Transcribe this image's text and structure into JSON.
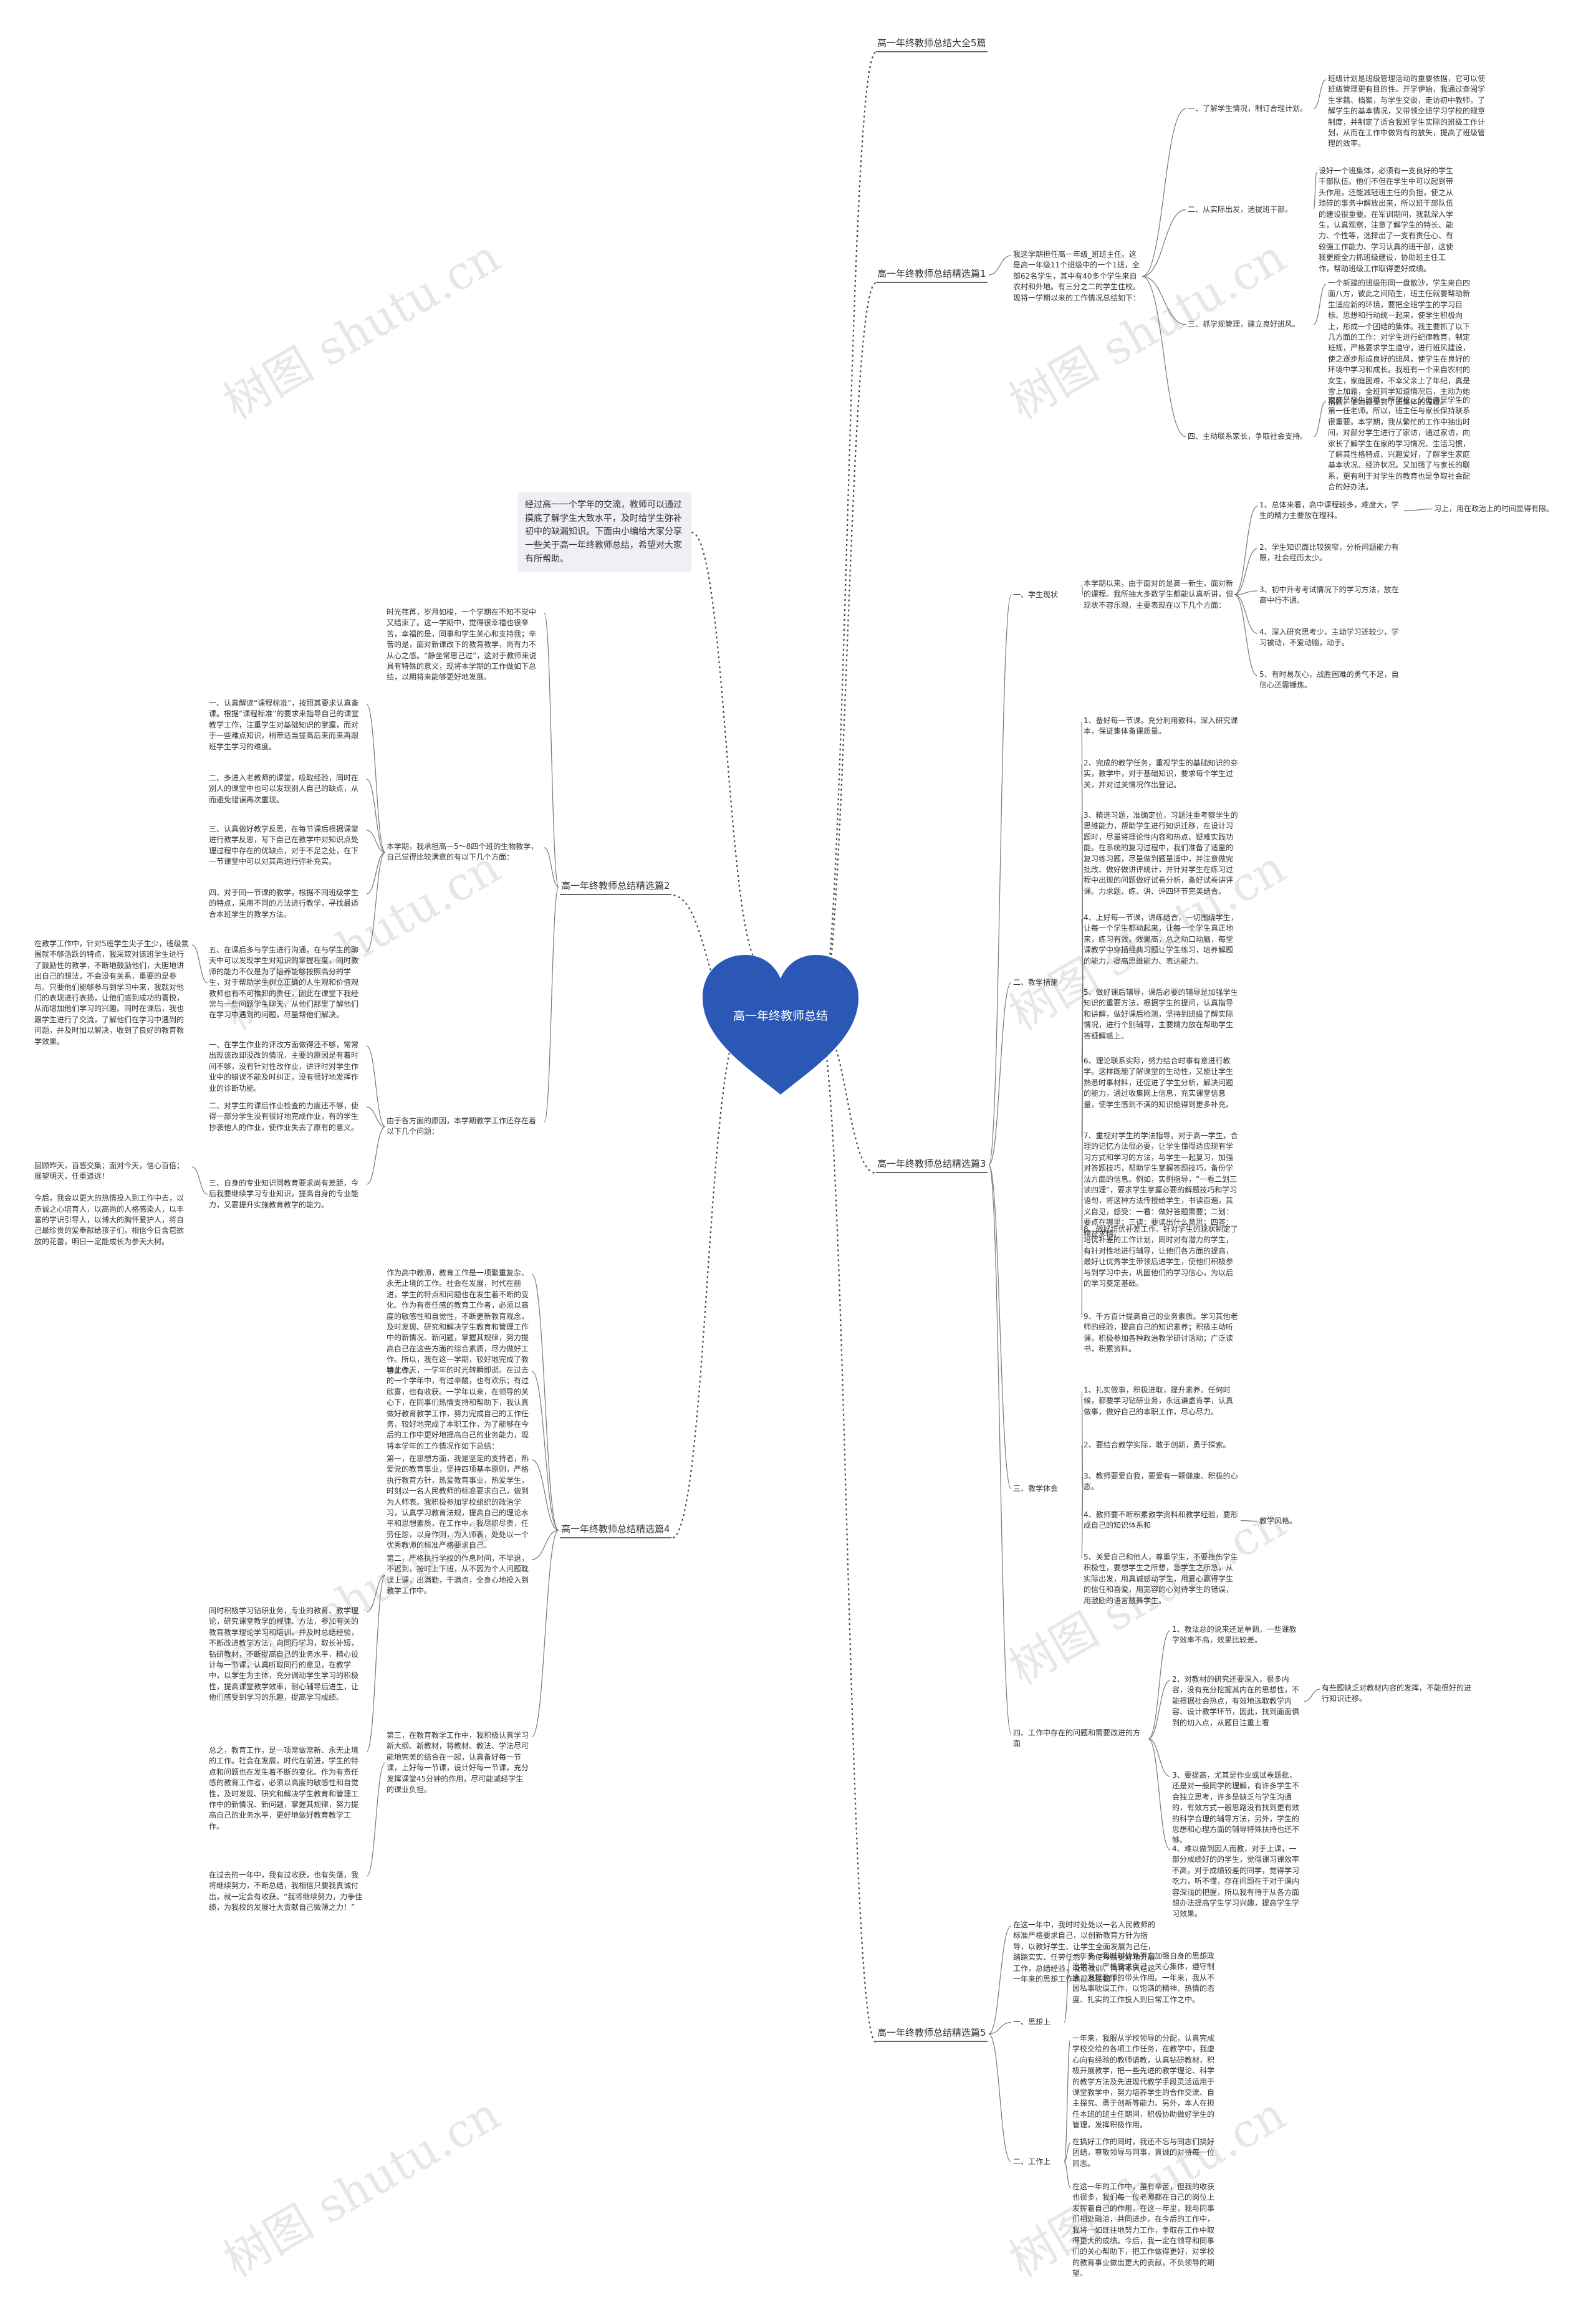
{
  "watermark": "树图 shutu.cn",
  "root": {
    "label": "高一年终教师总结",
    "color": "#2b57b5"
  },
  "intro": "经过高一一个学年的交流，教师可以通过摸底了解学生大致水平，及时给学生弥补初中的缺漏知识。下面由小编给大家分享一些关于高一年终教师总结，希望对大家有所帮助。",
  "topics": {
    "t1": "高一年终教师总结大全5篇",
    "t2": "高一年终教师总结精选篇1",
    "t3": "高一年终教师总结精选篇2",
    "t4": "高一年终教师总结精选篇3",
    "t5": "高一年终教师总结精选篇4",
    "t6": "高一年终教师总结精选篇5"
  },
  "p1": {
    "intro": "我这学期担任高一年级_班班主任。这是高一年级11个班级中的一个1班，全部62名学生，其中有40多个学生来自农村和外地。有三分之二的学生住校。现将一学期以来的工作情况总结如下：",
    "s1": "一、了解学生情况，制订合理计划。",
    "s1_text": "班级计划是班级管理活动的重要依据，它可以使班级管理更有目的性。开学伊始，我通过查阅学生学籍、档案，与学生交谈，走访初中教师，了解学生的基本情况，又带领全班学习学校的规章制度，并制定了适合我班学生实际的班级工作计划，从而在工作中做到有的放矢，提高了班级管理的效率。",
    "s2": "二、从实际出发，选拔班干部。",
    "s2_text": "设好一个班集体，必须有一支良好的学生干部队伍。他们不但在学生中可以起到带头作用，还能减轻班主任的负担，使之从琐碎的事务中解放出来，所以班干部队伍的建设很重要。在军训期间，我就深入学生，认真观察，注意了解学生的特长、能力、个性等，选择出了一支有责任心、有较强工作能力、学习认真的班干部，这使我更能全力抓班级建设，协助班主任工作，帮助班级工作取得更好成绩。",
    "s3": "三、抓学规管理，建立良好班风。",
    "s3_text": "一个新建的班级形同一盘散沙，学生来自四面八方，彼此之间陌生，班主任就要帮助新生适应新的环境，要把全班学生的学习目标、思想和行动统一起来，使学生积极向上，形成一个团结的集体。我主要抓了以下几方面的工作：对学生进行纪律教育，制定班规，严格要求学生遵守，进行班风建设，使之逐步形成良好的班风，使学生在良好的环境中学习和成长。我班有一个来自农村的女生，家庭困难，不幸父亲上了年纪，真是雪上加霜，全班同学知道情况后，主动为她捐款，使她感受到了班集体的温暖。",
    "s4": "四、主动联系家长，争取社会支持。",
    "s4_text": "家庭是学生的第一所学校，父母亲是学生的第一任老师。所以，班主任与家长保持联系很重要。本学期，我从繁忙的工作中抽出时间，对部分学生进行了家访，通过家访，向家长了解学生在家的学习情况、生活习惯，了解其性格特点、兴趣爱好，了解学生家庭基本状况、经济状况。又加强了与家长的联系，更有利于对学生的教育也是争取社会配合的好办法。"
  },
  "p2": {
    "intro": "时光荏苒，岁月如梭，一个学期在不知不觉中又结束了。这一学期中，觉得很幸福也很辛苦，幸福的是，同事和学生关心和支持我；辛苦的是，面对新课改下的教育教学，尚有力不从心之感。“静坐常思己过”，这对于教师来说具有特殊的意义，现将本学期的工作做如下总结，以期将来能够更好地发展。",
    "mid": "本学期，我承担高一5～8四个班的生物教学，自己觉得比较满意的有以下几个方面：",
    "m1": "一、认真解读“课程标准”，按照其要求认真备课。根据“课程标准”的要求来指导自己的课堂教学工作，注重学生对基础知识的掌握，而对于一些难点知识，稍带适当提高后来而来再跟班学生学习的难度。",
    "m2": "二、多进入老教师的课堂，吸取经验，同时在别人的课堂中也可以发现别人自己的缺点，从而避免错误再次重现。",
    "m3": "三、认真做好教学反思，在每节课后根据课堂进行教学反思，写下自己在教学中对知识点处理过程中存在的优缺点，对于不足之处，在下一节课堂中可以对其再进行弥补充实。",
    "m4": "四、对于同一节课的教学，根据不同班级学生的特点，采用不同的方法进行教学，寻找最适合本班学生的教学方法。",
    "m5": "五、在课后多与学生进行沟通，在与学生的聊天中可以发现学生对知识的掌握程度，同时教师的能力不仅是为了培养能够按照高分的学生，对于帮助学生树立正确的人生观和价值观教师也有不可推卸的责任，因此在课堂下我经常与一些问题学生聊天，从他们那里了解他们在学习中遇到的问题，尽量帮他们解决。",
    "m5_side": "在教学工作中，针对5班学生尖子生少，班级氛围就不够活跃的特点，我采取对该班学生进行了鼓励性的教学，不断地鼓励他们，大胆地讲出自己的想法，不会没有关系，重要的是参与。只要他们能够参与到学习中来，我就对他们的表现进行表扬，让他们感到成功的喜悦，从而增加他们学习的兴趣。同时在课后，我也跟学生进行了交流，了解他们在学习中遇到的问题，并及时加以解决，收到了良好的教育教学效果。",
    "tail": "由于各方面的原因，本学期教学工作还存在着以下几个问题：",
    "q1": "一、在学生作业的评改方面做得还不够，常常出现该改却没改的情况，主要的原因是有着时间不够，没有针对性改作业，讲评时对学生作业中的错误不能及时纠正，没有很好地发挥作业的诊断功能。",
    "q2": "二、对学生的课后作业检查的力度还不够，使得一部分学生没有很好地完成作业，有的学生抄袭他人的作业，使作业失去了原有的意义。",
    "q3": "三、自身的专业知识同教育要求尚有差距，今后我要继续学习专业知识，提高自身的专业能力，又要提升实施教育教学的能力。",
    "q3_side": "回顾昨天，百感交集；面对今天，信心百倍；展望明天，任重道远！\n\n今后，我会以更大的热情投入到工作中去，以赤诚之心培育人，以高尚的人格感染人，以丰富的学识引导人，以博大的胸怀爱护人，将自己最珍贵的爱奉献给孩子们，相信今日含苞欲放的花蕾，明日一定能成长为参天大树。"
  },
  "p3": {
    "a": "一、学生现状",
    "a_intro": "本学期以来，由于面对的是高一新生，面对新的课程。我所抽大多数学生都能认真听讲，但现状不容乐观，主要表现在以下几个方面：",
    "a1": "1、总体来看，高中课程较多，难度大，学生的精力主要放在理科。",
    "a1_side": "习上，用在政治上的时间显得有限。",
    "a2": "2、学生知识面比较狭窄，分析问题能力有限，社会经历太少。",
    "a3": "3、初中升考考试情况下的学习方法，放在高中行不通。",
    "a4": "4、深入研究思考少，主动学习还较少，学习被动，不爱动脑，动手。",
    "a5": "5、有时易灰心，战胜困难的勇气不足，自信心还需锤炼。",
    "b": "二、教学措施",
    "b1": "1、备好每一节课。充分利用教科，深入研究课本，保证集体备课质量。",
    "b2": "2、完成的教学任务，重视学生的基础知识的夯实，教学中，对于基础知识，要求每个学生过关，并对过关情况作出登记。",
    "b3": "3、精选习题，准确定位，习题注重考察学生的思维能力，帮助学生进行知识迁移，在设计习题时，尽量将理论性内容和热点、疑难实践功能。在系统的复习过程中，我们准备了适量的复习练习题，尽量做到题量适中，并注意做完批改、做好做讲评统计，并针对学生在练习过程中出现的问题做好试卷分析，备好试卷讲评课。力求题、练、讲、评四环节完美结合。",
    "b4": "4、上好每一节课，讲练结合，一切围绕学生，让每一个学生都动起来，让每一个学生真正地来，练习有效，效果高，总之动口动脑，每堂课教学中穿插经典习题让学生练习，培养解题的能力，提高思维能力、表达能力。",
    "b5": "5、做好课后辅导，课后必要的辅导是加强学生知识的重要方法，根据学生的提问，认真指导和讲解，做好课后检测，坚持到班级了解实际情况，进行个别辅导，主要精力放在帮助学生答疑解惑上。",
    "b6": "6、理论联系实际，努力结合时事有意进行教学。这样既能了解课堂的生动性，又能让学生熟悉时事材料，还促进了学生分析，解决问题的能力，通过收集网上信息，充实课堂信息量，使学生感到不满的知识能得到更多补充。",
    "b7": "7、重视对学生的学法指导。对于高一学生，合理的记忆方法很必要，让学生懂得适应现有学习方式和学习的方法，与学生一起复习，加强对答题技巧，帮助学生掌握答题技巧，备份学法方面的信息。例如，实例指导，“一看二划三读四理”，要求学生掌握必要的解题技巧和学习语句，将这种方法传授给学生，书读百遍，其义自见，感受：一看：做好答题需要；二划：要点在哪里；三读：要读出什么意思；四答：精益求精。",
    "b8": "8、做好培优补差工作。针对学生的现状制定了培优补差的工作计划，同时对有潜力的学生，有针对性地进行辅导，让他们各方面的提高，最好让优秀学生带领后进学生，使他们积极参与到学习中去，巩固他们的学习信心，为以后的学习奠定基础。",
    "b9": "9、千方百计提高自己的业务素质。学习其他老师的经验，提高自己的知识素养；积极主动听课，积极参加各种政治教学研讨活动；广泛读书，积累资料。",
    "c": "三、教学体会",
    "c1": "1、扎实做事，积极进取，提升素养。任何时候，都要学习钻研业务，永远谦虚肯学，认真做事，做好自己的本职工作，尽心尽力。",
    "c2": "2、要结合教学实际，敢于创新，勇于探索。",
    "c3": "3、教师要爱自我，要爱有一颗健康、积极的心态。",
    "c4": "4、教师要不断积累教学资料和教学经验，要形成自己的知识体系和",
    "c4_side": "教学风格。",
    "c5": "5、关爱自己和他人，尊重学生，不要挫伤学生积极性，要想学生之所想，急学生之所急，从实际出发，用真诚感动学生，用爱心赢得学生的信任和喜爱，用宽容的心对待学生的错误，用激励的语言鼓舞学生。",
    "d": "四、工作中存在的问题和需要改进的方面",
    "d1": "1、教法总的说来还是单调，一些课教学效率不高，效果比较差。",
    "d2": "2、对教材的研究还要深入，很多内容，没有充分挖掘其内在的思想性，不能根据社会热点，有效地选取教学内容、设计教学环节，因此，找到面面俱到的切入点，从题目注重上看",
    "d2_side": "有些题缺乏对教材内容的发挥，不能很好的进行知识迁移。",
    "d3": "3、要提高，尤其是作业或试卷题批，还是对一般同学的理解，有许多学生不会独立思考，许多是缺乏与学生沟通的，有效方式一般思路没有找到更有效的科学合理的辅导方法，另外，学生的思想和心理方面的辅导特殊扶持也还不够。",
    "d4": "4、难以做到因人而教，对于上课，一部分成绩好的的学生，觉得课习课效率不高，对于成绩较差的同学，觉得学习吃力，听不懂，存在问题在于对于课内容深浅的把握，所以我有待于从各方面想办法提高学生学习兴趣，提高学生学习效果。"
  },
  "p4": {
    "intro": "作为高中教师，教育工作是一项繁重复杂、永无止境的工作。社会在发展，时代在前进，学生的特点和问题也在发生着不断的变化。作为有责任感的教育工作者，必须以高度的敏感性和自觉性，不断更新教育观念，及时发现、研究和解决学生教育和管理工作中的新情况、新问题，掌握其规律，努力提高自己在这些方面的综合素质，尽力做好工作。所以，我在这一学期，较好地完成了教学工作。",
    "s1": "特此冬天，一学年的时光转瞬即逝。在过去的一个学年中，有过辛酸，也有欢乐；有过欣喜，也有收获。一学年以来，在领导的关心下，在同事们热情支持和帮助下，我认真做好教育教学工作，努力完成自己的工作任务，较好地完成了本职工作，为了能够在今后的工作中更好地提高自己的业务能力，现将本学年的工作情况作如下总结：",
    "s2": "第一，在思想方面，我是坚定的支持者，热爱党的教育事业，坚持四项基本原则，严格执行教育方针，热爱教育事业，热爱学生，时刻以一名人民教师的标准要求自己，做到为人师表。我积极参加学校组织的政治学习，认真学习教育法规，提高自己的理论水平和思想素质，在工作中，我尽职尽责，任劳任怨，以身作则，为人师表，处处以一个优秀教师的标准严格要求自己。",
    "s3": "第二，严格执行学校的作息时间，不早退，不迟到，按时上下班，从不因为个人问题耽误上课，出满勤，干满点，全身心地投入到教学工作中。",
    "s4": "同时积极学习钻研业务，专业的教育、教学理论，研究课堂教学的规律、方法，参加有关的教育教学理论学习和培训，并及时总结经验，不断改进教学方法，向同行学习，取长补短，钻研教材，不断提高自己的业务水平，精心设计每一节课，认真听取同行的意见，在教学中，以学生为主体，充分调动学生学习的积极性，提高课堂教学效率，耐心辅导后进生，让他们感受到学习的乐趣，提高学习成绩。",
    "s5": "总之，教育工作，是一项常做常新、永无止境的工作。社会在发展，时代在前进，学生的特点和问题也在发生着不断的变化。作为有责任感的教育工作者，必须以高度的敏感性和自觉性，及时发现、研究和解决学生教育和管理工作中的新情况、新问题，掌握其规律，努力提高自己的业务水平，更好地做好教育教学工作。",
    "s6": "第三，在教育教学工作中，我积极认真学习新大纲、新教材，将教材、教法、学法尽可能地完美的结合在一起，认真备好每一节课，上好每一节课，设计好每一节课，充分发挥课堂45分钟的作用，尽可能减轻学生的课业负担。",
    "s7": "在过去的一年中，我有过收获，也有失落，我将继续努力，不断总结，我相信只要我真诚付出，就一定会有收获。“我将继续努力，力争佳绩，为我校的发展壮大贡献自己微薄之力！”"
  },
  "p5": {
    "intro": "在这一年中，我时时处处以一名人民教师的标准严格要求自己，以创新教育方针为指导，以教好学生、让学生全面发展为己任，踏踏实实、任劳任怨，为使今后更好地开展工作，总结经验，吸取教训，再将本人在这一年来的思想工作表现总结如下。",
    "a": "一、思想上",
    "a1": "一年来，我时时处处不忘加强自身的思想政治学习，严格要求自己，关心集体，遵守制度，发挥教师的带头作用。一年来，我从不因私事耽误工作，以饱满的精神、热情的态度、扎实的工作投入到日常工作之中。",
    "b": "二、工作上",
    "b1": "一年来，我服从学校领导的分配，认真完成学校交给的各项工作任务，在教学中，我虚心向有经验的教师请教，认真钻研教材，积极开展教学，把一些先进的教学理论、科学的教学方法及先进现代教学手段灵活运用于课堂教学中，努力培养学生的合作交流、自主探究、勇于创新等能力。另外，本人在担任本班的班主任期间，积极协助做好学生的管理，发挥积极作用。",
    "b2": "在搞好工作的同时，我还不忘与同志们搞好团结，尊敬领导与同事，真诚的对待每一位同志。",
    "b3": "在这一年的工作中，虽有辛苦，但我的收获也很多，我们每一位老师都在自己的岗位上发挥着自己的作用，在这一年里，我与同事们相处融洽，共同进步。在今后的工作中，我将一如既往地努力工作，争取在工作中取得更大的成绩。今后，我一定在领导和同事们的关心帮助下，把工作做得更好，对学校的教育事业做出更大的贡献，不负领导的期望。"
  }
}
